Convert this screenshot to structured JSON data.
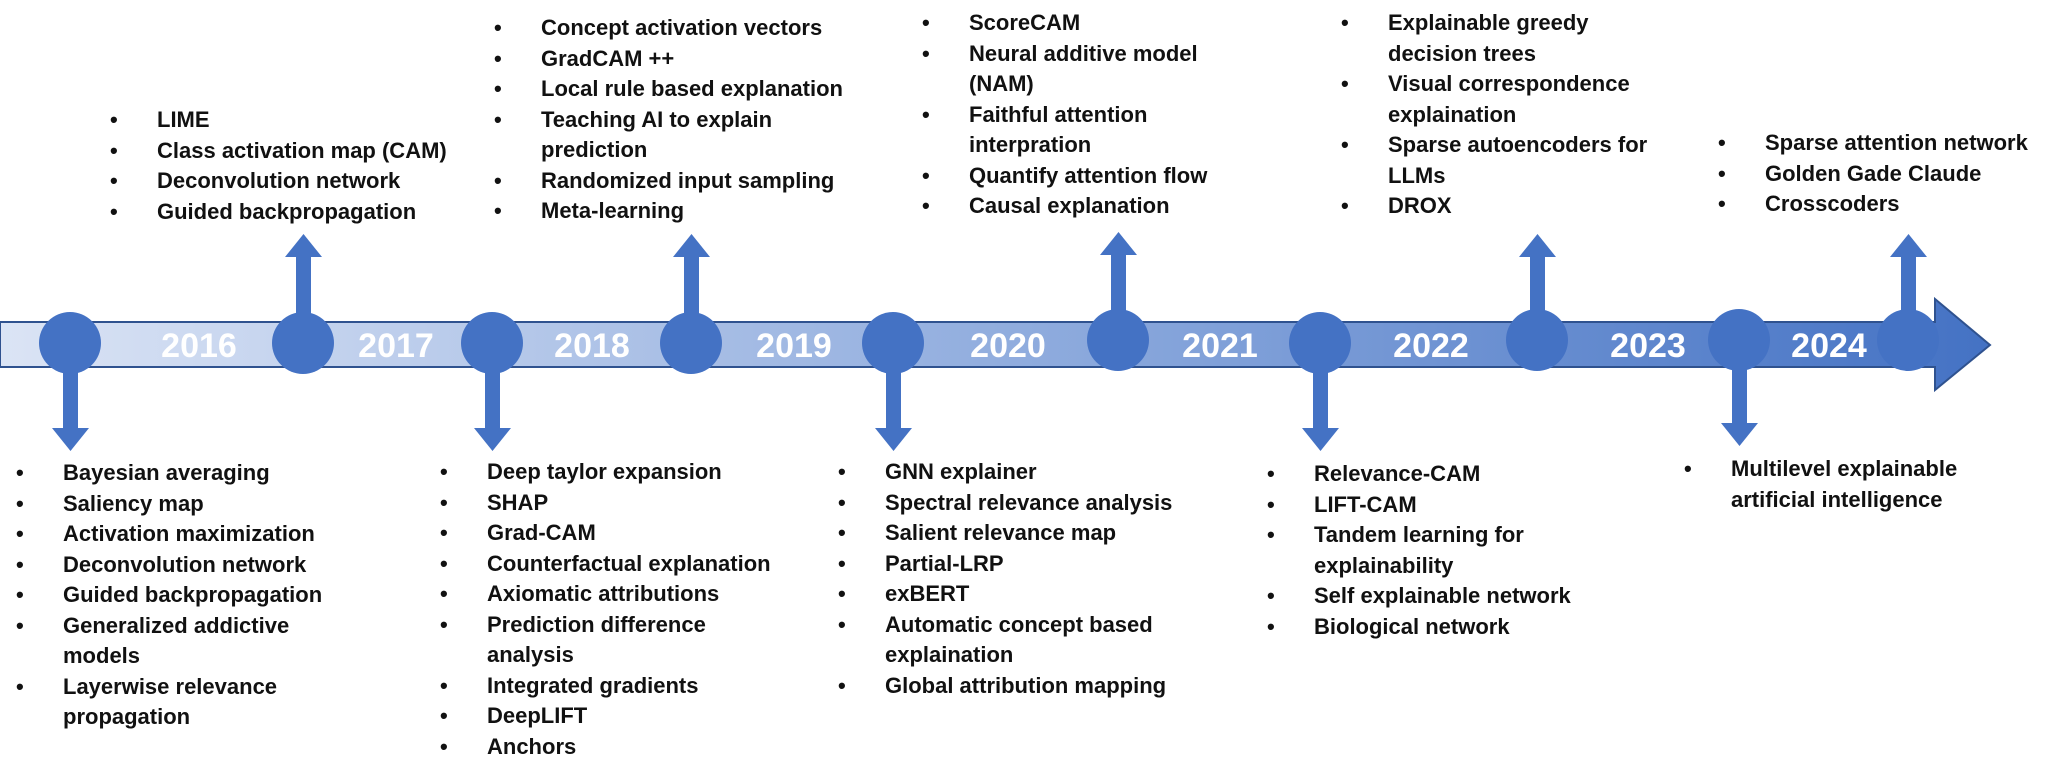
{
  "years": [
    "2016",
    "2017",
    "2018",
    "2019",
    "2020",
    "2021",
    "2022",
    "2023",
    "2024"
  ],
  "colors": {
    "arrow_light": "#dbe4f5",
    "arrow_mid": "#8aa8dc",
    "arrow_dark": "#4472c4",
    "node": "#4472c4",
    "pointer": "#4472c4",
    "text": "#111111"
  },
  "above": [
    {
      "items": [
        "LIME",
        "Class activation map (CAM)",
        "Deconvolution network",
        "Guided backpropagation"
      ]
    },
    {
      "items": [
        "Concept activation vectors",
        "GradCAM ++",
        "Local rule based explanation",
        "Teaching AI to explain prediction",
        "Randomized input sampling",
        "Meta-learning"
      ]
    },
    {
      "items": [
        "ScoreCAM",
        "Neural additive model (NAM)",
        "Faithful attention interpration",
        "Quantify attention flow",
        "Causal explanation"
      ]
    },
    {
      "items": [
        "Explainable greedy decision trees",
        "Visual correspondence explaination",
        "Sparse autoencoders for LLMs",
        "DROX"
      ]
    },
    {
      "items": [
        "Sparse attention network",
        "Golden Gade Claude",
        "Crosscoders"
      ]
    }
  ],
  "below": [
    {
      "items": [
        "Bayesian averaging",
        "Saliency map",
        "Activation maximization",
        "Deconvolution network",
        "Guided backpropagation",
        "Generalized addictive models",
        "Layerwise relevance propagation"
      ]
    },
    {
      "items": [
        "Deep taylor expansion",
        "SHAP",
        "Grad-CAM",
        "Counterfactual explanation",
        "Axiomatic attributions",
        "Prediction difference analysis",
        "Integrated gradients",
        "DeepLIFT",
        "Anchors"
      ]
    },
    {
      "items": [
        "GNN explainer",
        "Spectral relevance analysis",
        "Salient relevance map",
        "Partial-LRP",
        "exBERT",
        "Automatic concept based explaination",
        "Global attribution mapping"
      ]
    },
    {
      "items": [
        "Relevance-CAM",
        "LIFT-CAM",
        "Tandem learning for explainability",
        "Self explainable network",
        "Biological network"
      ]
    },
    {
      "items": [
        "Multilevel explainable artificial intelligence"
      ]
    }
  ]
}
